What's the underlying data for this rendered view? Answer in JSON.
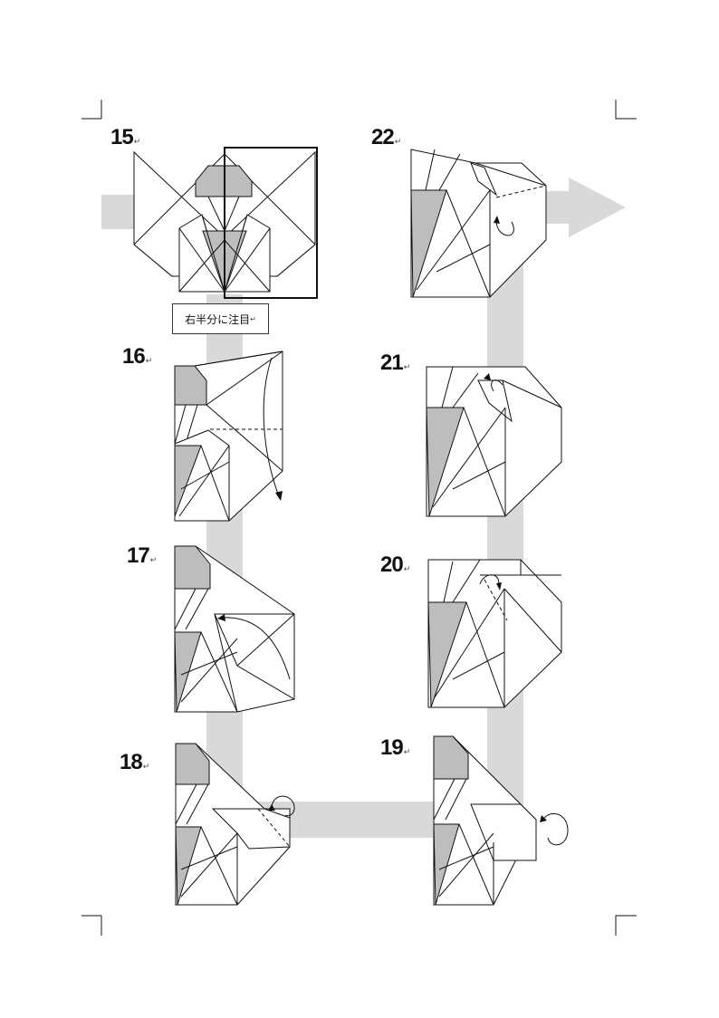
{
  "steps": [
    {
      "number": "15",
      "mark": "↵"
    },
    {
      "number": "16",
      "mark": "↵"
    },
    {
      "number": "17",
      "mark": "↵"
    },
    {
      "number": "18",
      "mark": "↵"
    },
    {
      "number": "19",
      "mark": "↵"
    },
    {
      "number": "20",
      "mark": "↵"
    },
    {
      "number": "21",
      "mark": "↵"
    },
    {
      "number": "22",
      "mark": "↵"
    }
  ],
  "note": {
    "text": "右半分に注目",
    "mark": "↵"
  },
  "colors": {
    "flow_arrow": "#d9d9d9",
    "shade": "#bdbdbd",
    "line": "#111111",
    "paper": "#ffffff"
  }
}
